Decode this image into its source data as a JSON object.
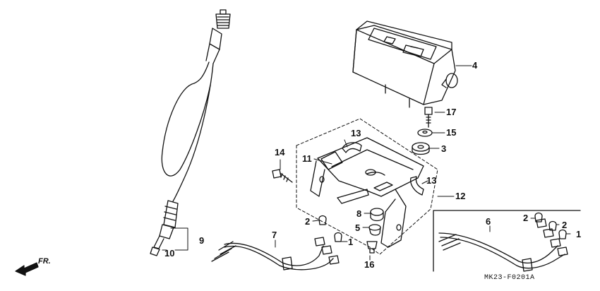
{
  "diagram": {
    "direction_label": "FR.",
    "drawing_code": "MK23-F0201A",
    "callouts": [
      {
        "id": "c1a",
        "text": "1"
      },
      {
        "id": "c1b",
        "text": "1"
      },
      {
        "id": "c2a",
        "text": "2"
      },
      {
        "id": "c2b",
        "text": "2"
      },
      {
        "id": "c2c",
        "text": "2"
      },
      {
        "id": "c3",
        "text": "3"
      },
      {
        "id": "c4",
        "text": "4"
      },
      {
        "id": "c5",
        "text": "5"
      },
      {
        "id": "c6",
        "text": "6"
      },
      {
        "id": "c7",
        "text": "7"
      },
      {
        "id": "c8",
        "text": "8"
      },
      {
        "id": "c9",
        "text": "9"
      },
      {
        "id": "c10",
        "text": "10"
      },
      {
        "id": "c11",
        "text": "11"
      },
      {
        "id": "c12",
        "text": "12"
      },
      {
        "id": "c13a",
        "text": "13"
      },
      {
        "id": "c13b",
        "text": "13"
      },
      {
        "id": "c14",
        "text": "14"
      },
      {
        "id": "c15",
        "text": "15"
      },
      {
        "id": "c16",
        "text": "16"
      },
      {
        "id": "c17",
        "text": "17"
      }
    ]
  }
}
